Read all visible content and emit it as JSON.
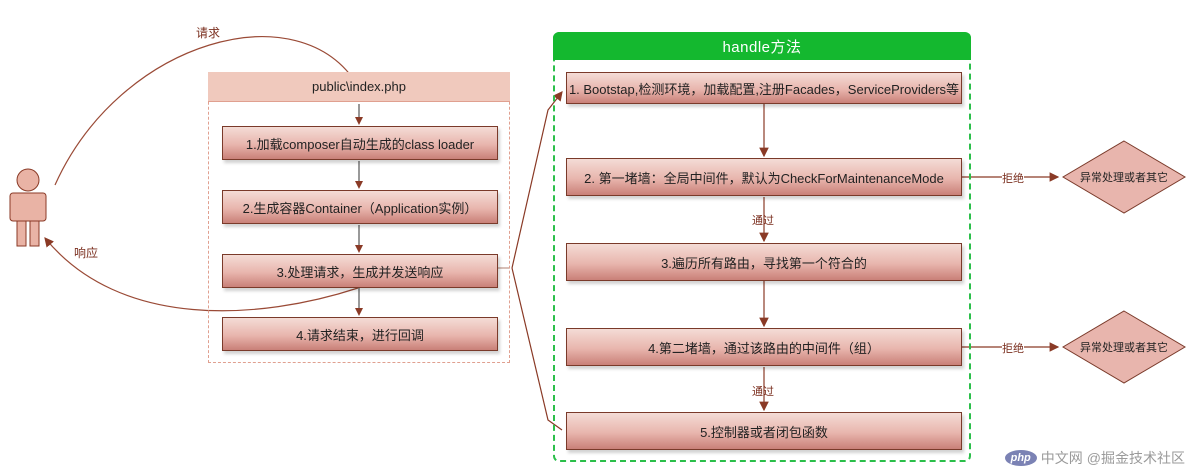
{
  "labels": {
    "request": "请求",
    "response": "响应",
    "pass1": "通过",
    "pass2": "通过",
    "reject1": "拒绝",
    "reject2": "拒绝"
  },
  "left_panel": {
    "title": "public\\index.php",
    "steps": [
      "1.加载composer自动生成的class loader",
      "2.生成容器Container（Application实例）",
      "3.处理请求，生成并发送响应",
      "4.请求结束，进行回调"
    ]
  },
  "right_panel": {
    "title": "handle方法",
    "steps": [
      "1. Bootstap,检测环境，加载配置,注册Facades，ServiceProviders等",
      "2. 第一堵墙：全局中间件，默认为CheckForMaintenanceMode",
      "3.遍历所有路由，寻找第一个符合的",
      "4.第二堵墙，通过该路由的中间件（组）",
      "5.控制器或者闭包函数"
    ]
  },
  "exceptions": [
    "异常处理或者其它",
    "异常处理或者其它"
  ],
  "watermark": {
    "logo": "php",
    "site": "中文网",
    "author": "@掘金技术社区"
  },
  "colors": {
    "box_border": "#7a3a2a",
    "arrow": "#8a3a26",
    "green_header": "#14b82f",
    "green_dash": "#2bbf4a",
    "diamond_fill": "#e8b5ad"
  }
}
